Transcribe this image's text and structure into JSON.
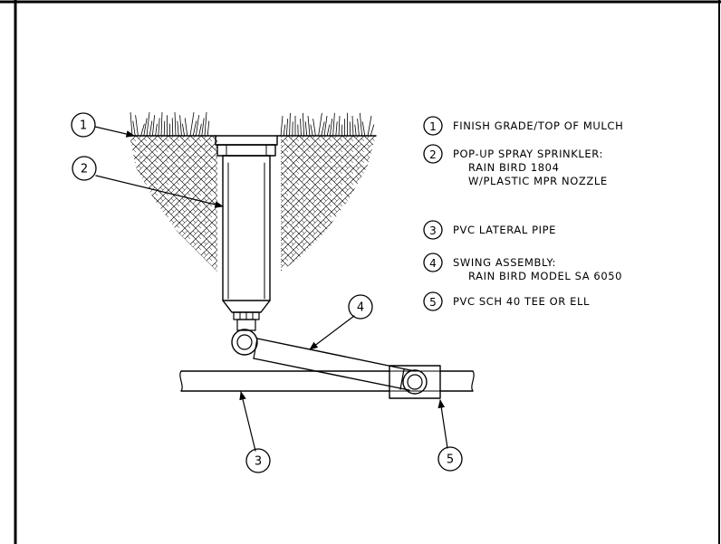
{
  "diagram": {
    "title": "Pop-up spray sprinkler detail",
    "callouts": [
      {
        "id": "1",
        "number": "1"
      },
      {
        "id": "2",
        "number": "2"
      },
      {
        "id": "3",
        "number": "3"
      },
      {
        "id": "4",
        "number": "4"
      },
      {
        "id": "5",
        "number": "5"
      }
    ],
    "legend": [
      {
        "number": "1",
        "lines": [
          "FINISH GRADE/TOP OF MULCH"
        ]
      },
      {
        "number": "2",
        "lines": [
          "POP-UP SPRAY SPRINKLER:",
          "RAIN BIRD 1804",
          "W/PLASTIC MPR NOZZLE"
        ]
      },
      {
        "number": "3",
        "lines": [
          "PVC LATERAL PIPE"
        ]
      },
      {
        "number": "4",
        "lines": [
          "SWING ASSEMBLY:",
          "RAIN BIRD MODEL SA 6050"
        ]
      },
      {
        "number": "5",
        "lines": [
          "PVC SCH 40 TEE OR ELL"
        ]
      }
    ]
  }
}
